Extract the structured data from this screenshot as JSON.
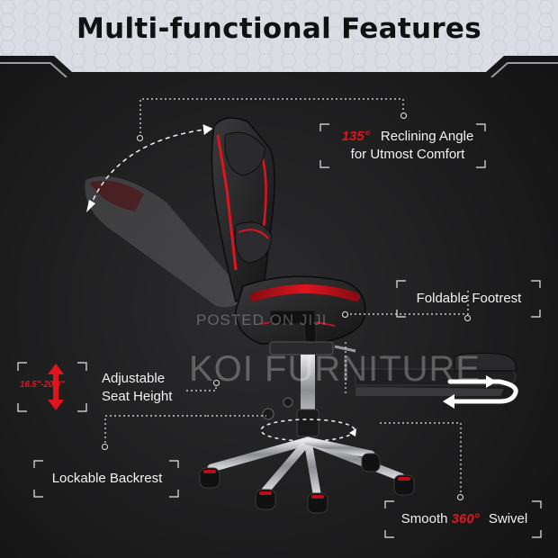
{
  "title": "Multi-functional Features",
  "features": {
    "reclining": {
      "angle": "135°",
      "line1": "Reclining Angle",
      "line2": "for Utmost Comfort"
    },
    "footrest": {
      "label": "Foldable Footrest"
    },
    "seat_height": {
      "range": "16.5\"-20.3\"",
      "line1": "Adjustable",
      "line2": "Seat Height"
    },
    "backrest": {
      "label": "Lockable Backrest"
    },
    "swivel": {
      "pre": "Smooth",
      "value": "360°",
      "post": "Swivel"
    }
  },
  "watermark": {
    "line1": "POSTED ON JIJI",
    "line2": "KOI FURNITURE"
  },
  "colors": {
    "accent": "#e0141e",
    "banner": "#dcdde4",
    "background": "#1c1c1e"
  },
  "icons": [
    "tilt-arrow-icon",
    "height-arrow-icon",
    "fold-arrow-icon",
    "swivel-ring-icon"
  ]
}
